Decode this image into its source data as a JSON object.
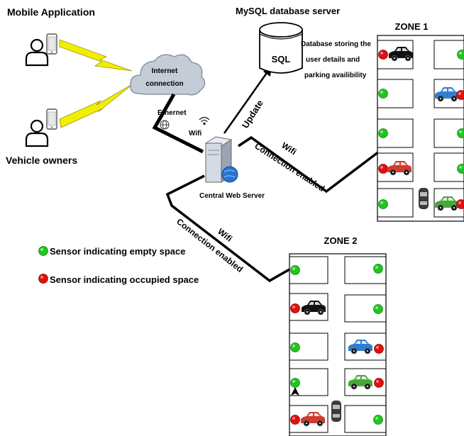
{
  "labels": {
    "mobile_application": "Mobile Application",
    "vehicle_owners": "Vehicle owners",
    "cloud_line1": "Internet",
    "cloud_line2": "connection",
    "ethernet": "Ethernet",
    "wifi_server": "Wifi",
    "server": "Central Web Server",
    "db_title": "MySQL database server",
    "sql": "SQL",
    "db_desc_line1": "Database storing the",
    "db_desc_line2": "user details and",
    "db_desc_line3": "parking availibility",
    "update": "Update",
    "zone1_wifi": "Wifi",
    "zone1_conn": "Connection enabled",
    "zone2_wifi": "Wifi",
    "zone2_conn": "Connection enabled",
    "zone1": "ZONE 1",
    "zone2": "ZONE 2",
    "legend_empty": "Sensor indicating empty space",
    "legend_occupied": "Sensor indicating occupied space"
  },
  "colors": {
    "sensor_empty": "#22c322",
    "sensor_occupied": "#e01010",
    "lightning": "#f2ee00",
    "cloud": "#c4ccd8",
    "car_black": "#111111",
    "car_blue": "#2f7fd0",
    "car_red": "#d43a2e",
    "car_green": "#47a83a"
  }
}
